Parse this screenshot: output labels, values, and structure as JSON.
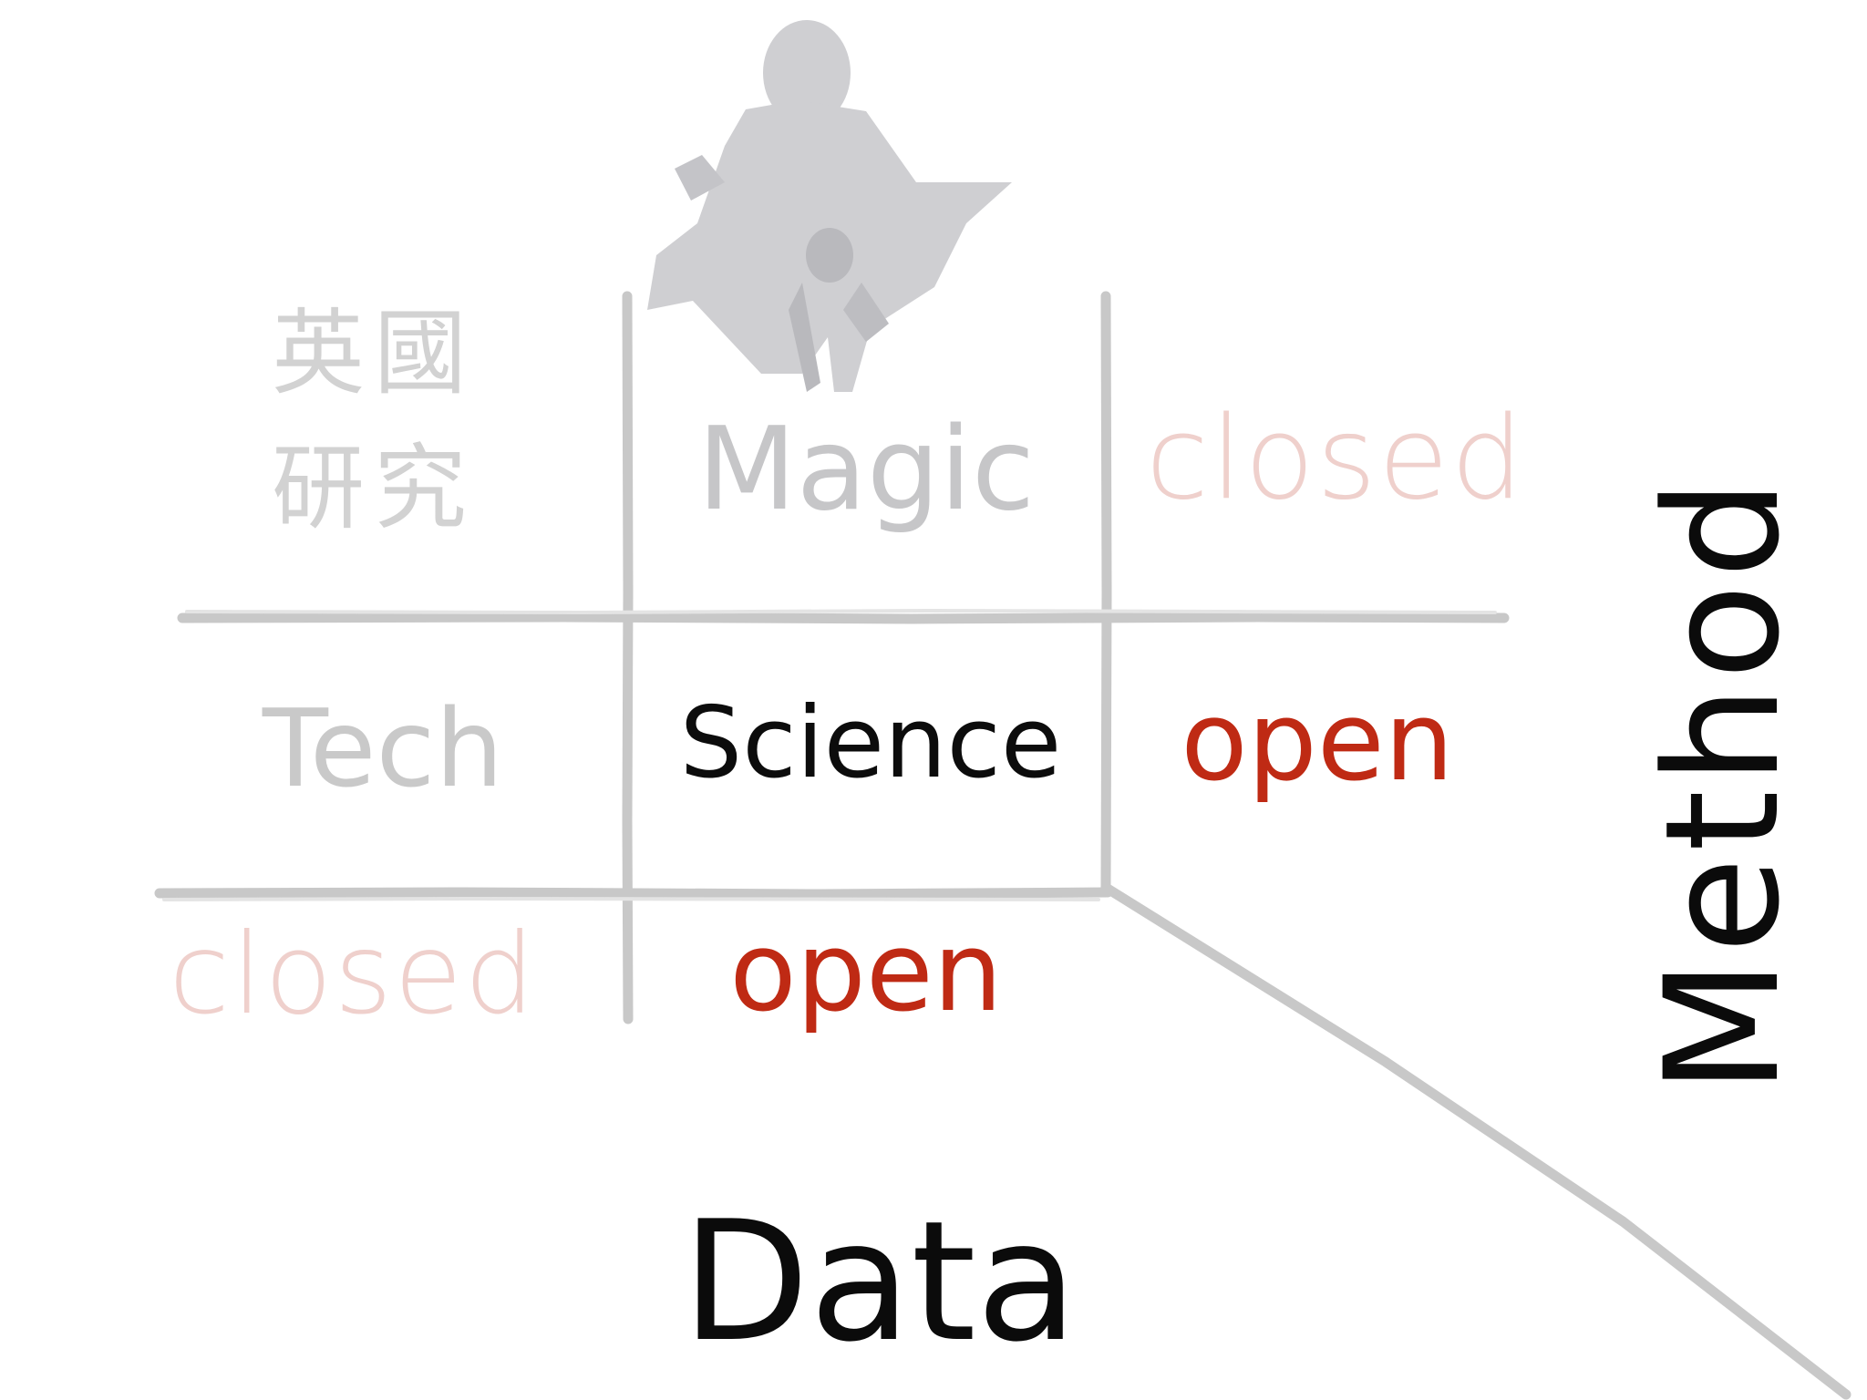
{
  "grid": {
    "magic": "Magic",
    "closed_method": "closed",
    "tech": "Tech",
    "science": "Science",
    "open_method": "open",
    "closed_data": "closed",
    "open_data": "open",
    "cjk_line_1": "英國",
    "cjk_line_2": "研究"
  },
  "axes": {
    "data": "Data",
    "method": "Method"
  },
  "colors": {
    "faded_gray": "#c6c6c8",
    "faded_red": "#efd0cc",
    "accent_red": "#bf2a14",
    "ink": "#0c0c0c",
    "line_gray": "#c8c8c8"
  },
  "icons": {
    "figure": "wizard-figure-icon"
  }
}
